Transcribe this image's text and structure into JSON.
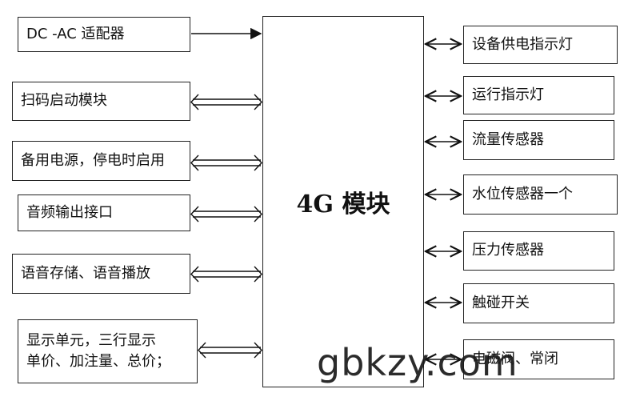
{
  "center": {
    "label": "4G 模块"
  },
  "left_modules": [
    {
      "label": "DC -AC 适配器",
      "link": "to-center"
    },
    {
      "label": "扫码启动模块",
      "link": "both"
    },
    {
      "label": "备用电源，停电时启用",
      "link": "both"
    },
    {
      "label": "音频输出接口",
      "link": "both"
    },
    {
      "label": "语音存储、语音播放",
      "link": "both"
    },
    {
      "lines": [
        "显示单元，三行显示",
        "单价、加注量、总价；"
      ],
      "link": "both"
    }
  ],
  "right_modules": [
    {
      "label": "设备供电指示灯",
      "link": "both"
    },
    {
      "label": "运行指示灯",
      "link": "both"
    },
    {
      "label": "流量传感器",
      "link": "both"
    },
    {
      "label": "水位传感器一个",
      "link": "both"
    },
    {
      "label": "压力传感器",
      "link": "both"
    },
    {
      "label": "触碰开关",
      "link": "both"
    },
    {
      "label": "电磁阀、常闭",
      "link": "both"
    }
  ],
  "watermark": "gbkzy.com"
}
